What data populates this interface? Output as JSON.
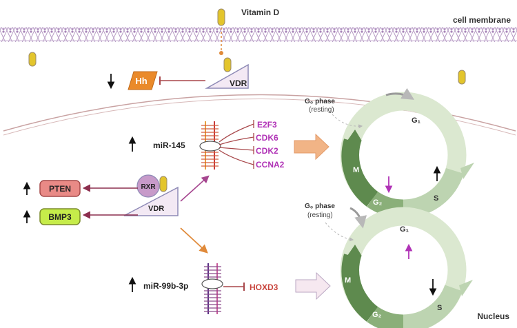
{
  "labels": {
    "vitamin_d": "Vitamin D",
    "cell_membrane": "cell membrane",
    "nucleus": "Nucleus",
    "vdr_top": "VDR",
    "vdr_mid": "VDR",
    "rxr": "RXR",
    "hh": "Hh",
    "pten": "PTEN",
    "bmp3": "BMP3",
    "mir145": "miR-145",
    "mir99": "miR-99b-3p",
    "e2f3": "E2F3",
    "cdk6": "CDK6",
    "cdk2": "CDK2",
    "ccna2": "CCNA2",
    "hoxd3": "HOXD3"
  },
  "cycles": [
    {
      "g0_label": "G₀ phase",
      "g0_sub": "(resting)",
      "g1": "G₁",
      "g2": "G₂",
      "m": "M",
      "s": "S"
    },
    {
      "g0_label": "G₀ phase",
      "g0_sub": "(resting)",
      "g1": "G₁",
      "g2": "G₂",
      "m": "M",
      "s": "S"
    }
  ],
  "colors": {
    "membrane": "#b79cc4",
    "vitamin_d": "#e3c52c",
    "hh": "#ea8a2a",
    "pten": "#e98a86",
    "bmp3": "#c6ec4a",
    "magenta": "#b032b6",
    "inhibit_red": "#a8474a",
    "orange_arrow": "#e8944a",
    "hoxd3": "#c8443c",
    "cycle_light": "#d9e8cf",
    "cycle_mid": "#a9c99b",
    "cycle_dark": "#5e8a4e"
  }
}
